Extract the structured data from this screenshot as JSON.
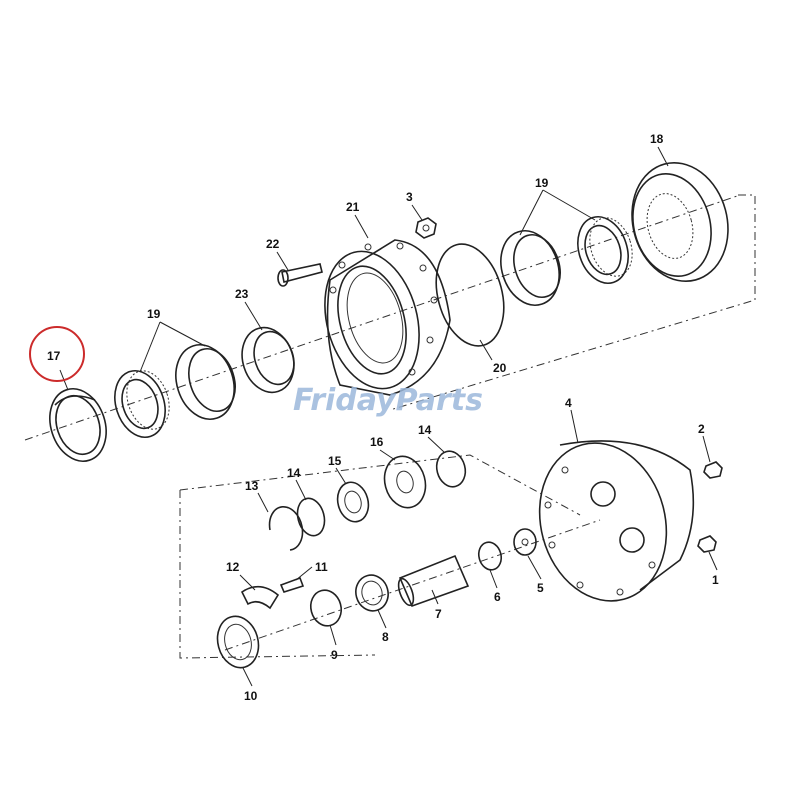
{
  "diagram": {
    "watermark": "FridayParts",
    "highlight_color": "#cc2b2b",
    "watermark_color": "#9bb7da",
    "highlighted_part": "17",
    "labels": {
      "p1": "1",
      "p2": "2",
      "p3": "3",
      "p4": "4",
      "p5": "5",
      "p6": "6",
      "p7": "7",
      "p8": "8",
      "p9": "9",
      "p10": "10",
      "p11": "11",
      "p12": "12",
      "p13": "13",
      "p14a": "14",
      "p14b": "14",
      "p15": "15",
      "p16": "16",
      "p17": "17",
      "p18": "18",
      "p19a": "19",
      "p19b": "19",
      "p20": "20",
      "p21": "21",
      "p22": "22",
      "p23": "23"
    }
  }
}
